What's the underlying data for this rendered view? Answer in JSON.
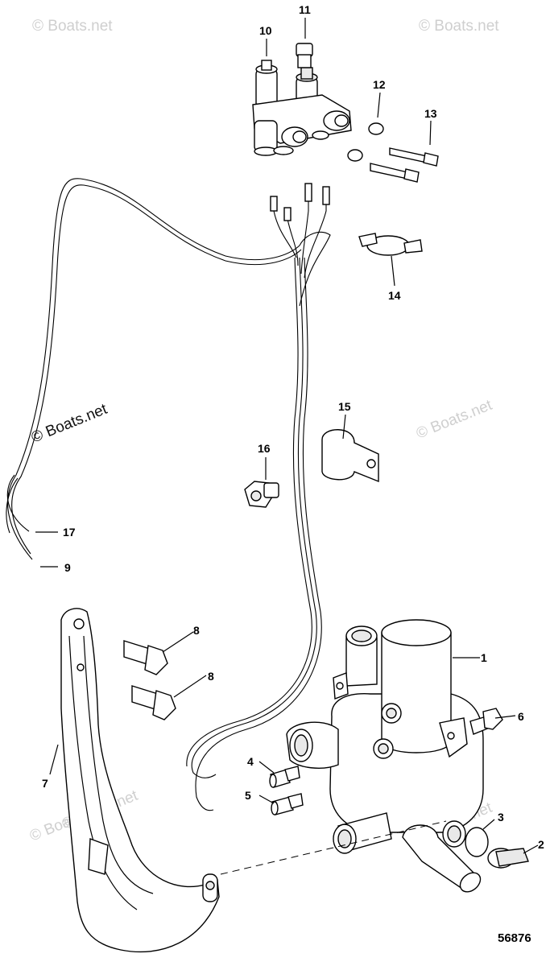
{
  "watermarks": {
    "top_right": "© Boats.net",
    "top_left": "© Boats.net",
    "center": "© Boats.net",
    "mid_right": "© Boats.net",
    "bottom_left": "© Boats.net",
    "bottom_center": "© Boats.net",
    "bottom_right": "© Boats.net"
  },
  "callouts": {
    "c1": "1",
    "c2": "2",
    "c3": "3",
    "c4": "4",
    "c5": "5",
    "c6": "6",
    "c7": "7",
    "c8a": "8",
    "c8b": "8",
    "c9": "9",
    "c10": "10",
    "c11": "11",
    "c12": "12",
    "c13": "13",
    "c14": "14",
    "c15": "15",
    "c16": "16",
    "c17": "17"
  },
  "figure_number": "56876"
}
